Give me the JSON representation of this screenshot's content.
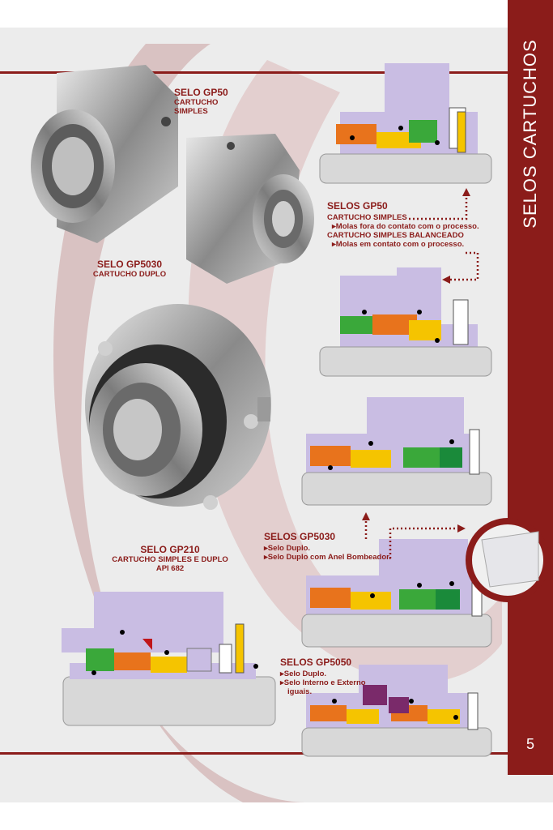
{
  "sidebar": {
    "title": "SELOS CARTUCHOS",
    "page_number": "5"
  },
  "products": {
    "gp50_photo": {
      "title": "SELO GP50",
      "subtitle": "CARTUCHO SIMPLES"
    },
    "gp5030_photo": {
      "title": "SELO GP5030",
      "subtitle": "CARTUCHO DUPLO"
    },
    "gp210": {
      "title": "SELO GP210",
      "line1": "CARTUCHO SIMPLES E DUPLO",
      "line2": "API 682"
    },
    "gp50_desc": {
      "title": "SELOS GP50",
      "line1": "CARTUCHO SIMPLES",
      "bullet1": "Molas fora do contato com o processo.",
      "line2": "CARTUCHO SIMPLES BALANCEADO",
      "bullet2": "Molas em contato com o processo."
    },
    "gp5030_desc": {
      "title": "SELOS GP5030",
      "bullet1": "Selo Duplo.",
      "bullet2": "Selo Duplo com Anel Bombeador."
    },
    "gp5050_desc": {
      "title": "SELOS GP5050",
      "bullet1": "Selo Duplo.",
      "bullet2a": "Selo Interno e Externo",
      "bullet2b": "iguais."
    }
  },
  "colors": {
    "brand_red": "#8b1c1a",
    "part_lilac": "#c9bde3",
    "part_orange": "#e8731c",
    "part_yellow": "#f5c400",
    "part_green": "#3aa83a",
    "part_purple": "#7a2a6a",
    "shaft_grey": "#d8d8d8"
  }
}
